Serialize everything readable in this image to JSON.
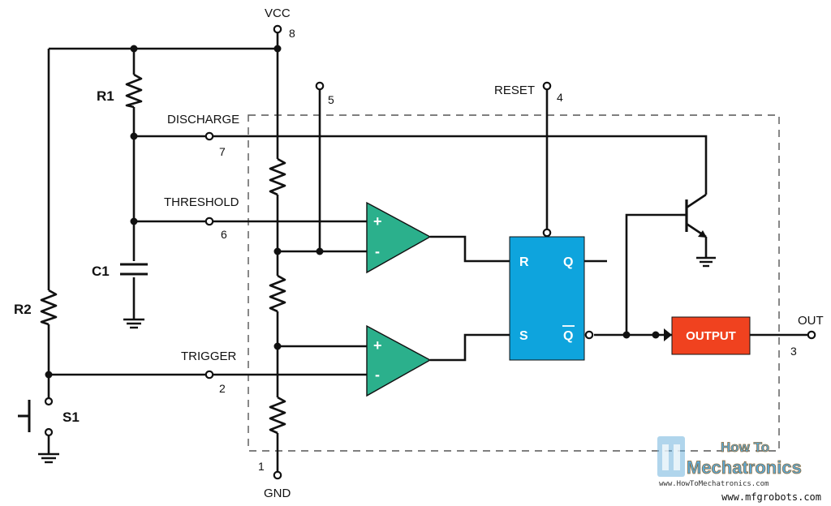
{
  "pins": {
    "vcc": {
      "name": "VCC",
      "number": "8"
    },
    "gnd": {
      "name": "GND",
      "number": "1"
    },
    "control": {
      "number": "5"
    },
    "reset": {
      "name": "RESET",
      "number": "4"
    },
    "discharge": {
      "name": "DISCHARGE",
      "number": "7"
    },
    "threshold": {
      "name": "THRESHOLD",
      "number": "6"
    },
    "trigger": {
      "name": "TRIGGER",
      "number": "2"
    },
    "out": {
      "name": "OUT",
      "number": "3"
    }
  },
  "components": {
    "r1": "R1",
    "r2": "R2",
    "c1": "C1",
    "s1": "S1",
    "comparator_plus": "+",
    "comparator_minus": "-"
  },
  "flipflop": {
    "r": "R",
    "s": "S",
    "q": "Q",
    "qbar": "Q"
  },
  "output_block": {
    "label": "OUTPUT"
  },
  "colors": {
    "comparator": "#2bb08c",
    "flipflop": "#0ea4dd",
    "output": "#f0421f",
    "logo_blue": "#5da9d6"
  },
  "logo": {
    "line1": "How To",
    "line2": "Mechatronics",
    "url": "www.HowToMechatronics.com"
  },
  "footer": {
    "text": "www.mfgrobots.com"
  }
}
